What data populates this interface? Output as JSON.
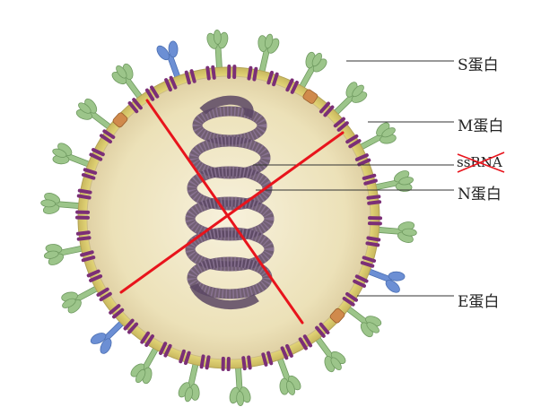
{
  "labels": {
    "s_protein": "S蛋白",
    "m_protein": "M蛋白",
    "ssrna": "ssRNA",
    "n_protein": "N蛋白",
    "e_protein": "E蛋白"
  },
  "colors": {
    "spike": "#9cc58a",
    "spike_dark": "#6f9a60",
    "membrane_protein": "#7b2f77",
    "membrane_band": "#f0e27a",
    "envelope_protein": "#d08a4c",
    "he_protein": "#6c8fd4",
    "interior": "#efe6c4",
    "rna": "#5a4663",
    "cross_mark": "#e8141c",
    "leader": "#333333"
  },
  "icons": {
    "spike": "spike-protein-icon",
    "membrane": "membrane-protein-icon",
    "envelope": "envelope-protein-icon",
    "he": "hemagglutinin-esterase-icon"
  }
}
